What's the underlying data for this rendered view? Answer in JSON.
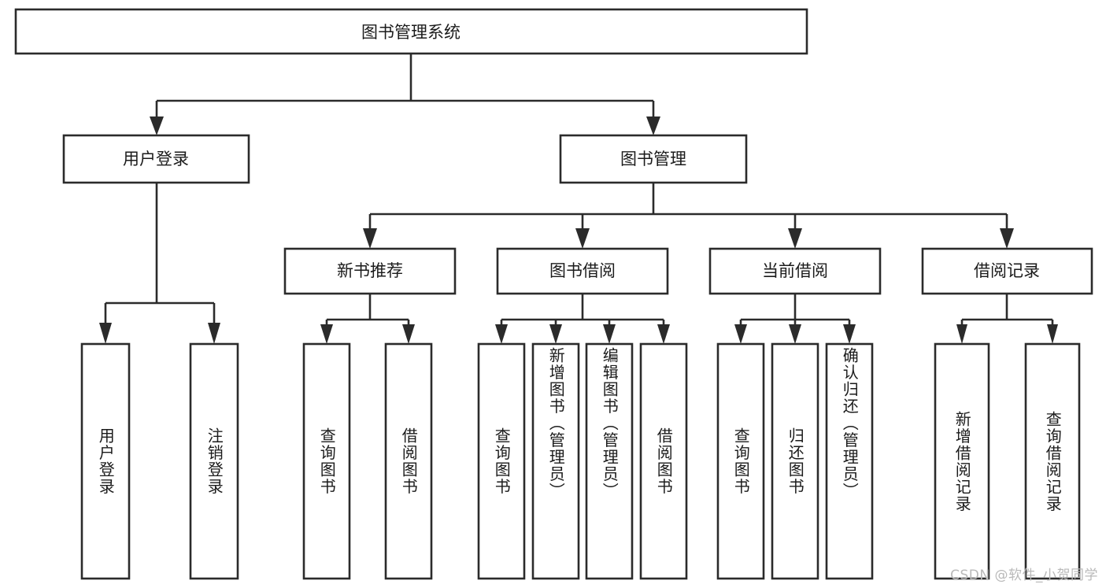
{
  "diagram": {
    "type": "tree-hierarchy-diagram",
    "title": "图书管理系统",
    "orientation": "top-down",
    "colors": {
      "box_stroke": "#2b2b2b",
      "box_fill": "#ffffff",
      "text": "#1b1b1b",
      "background": "#ffffff",
      "watermark": "#b9b9b9"
    },
    "root": {
      "label": "图书管理系统"
    },
    "level2": [
      {
        "label": "用户登录"
      },
      {
        "label": "图书管理"
      }
    ],
    "level3": [
      {
        "label": "新书推荐"
      },
      {
        "label": "图书借阅"
      },
      {
        "label": "当前借阅"
      },
      {
        "label": "借阅记录"
      }
    ],
    "leaves": {
      "user_login": [
        {
          "label": "用户登录"
        },
        {
          "label": "注销登录"
        }
      ],
      "new_book_recommend": [
        {
          "label": "查询图书"
        },
        {
          "label": "借阅图书"
        }
      ],
      "book_borrow": [
        {
          "label": "查询图书"
        },
        {
          "label": "新增图书（管理员）"
        },
        {
          "label": "编辑图书（管理员）"
        },
        {
          "label": "借阅图书"
        }
      ],
      "current_borrow": [
        {
          "label": "查询图书"
        },
        {
          "label": "归还图书"
        },
        {
          "label": "确认归还（管理员）"
        }
      ],
      "borrow_records": [
        {
          "label": "新增借阅记录"
        },
        {
          "label": "查询借阅记录"
        }
      ]
    }
  },
  "watermark": {
    "text": "CSDN @软件_小贺同学"
  }
}
